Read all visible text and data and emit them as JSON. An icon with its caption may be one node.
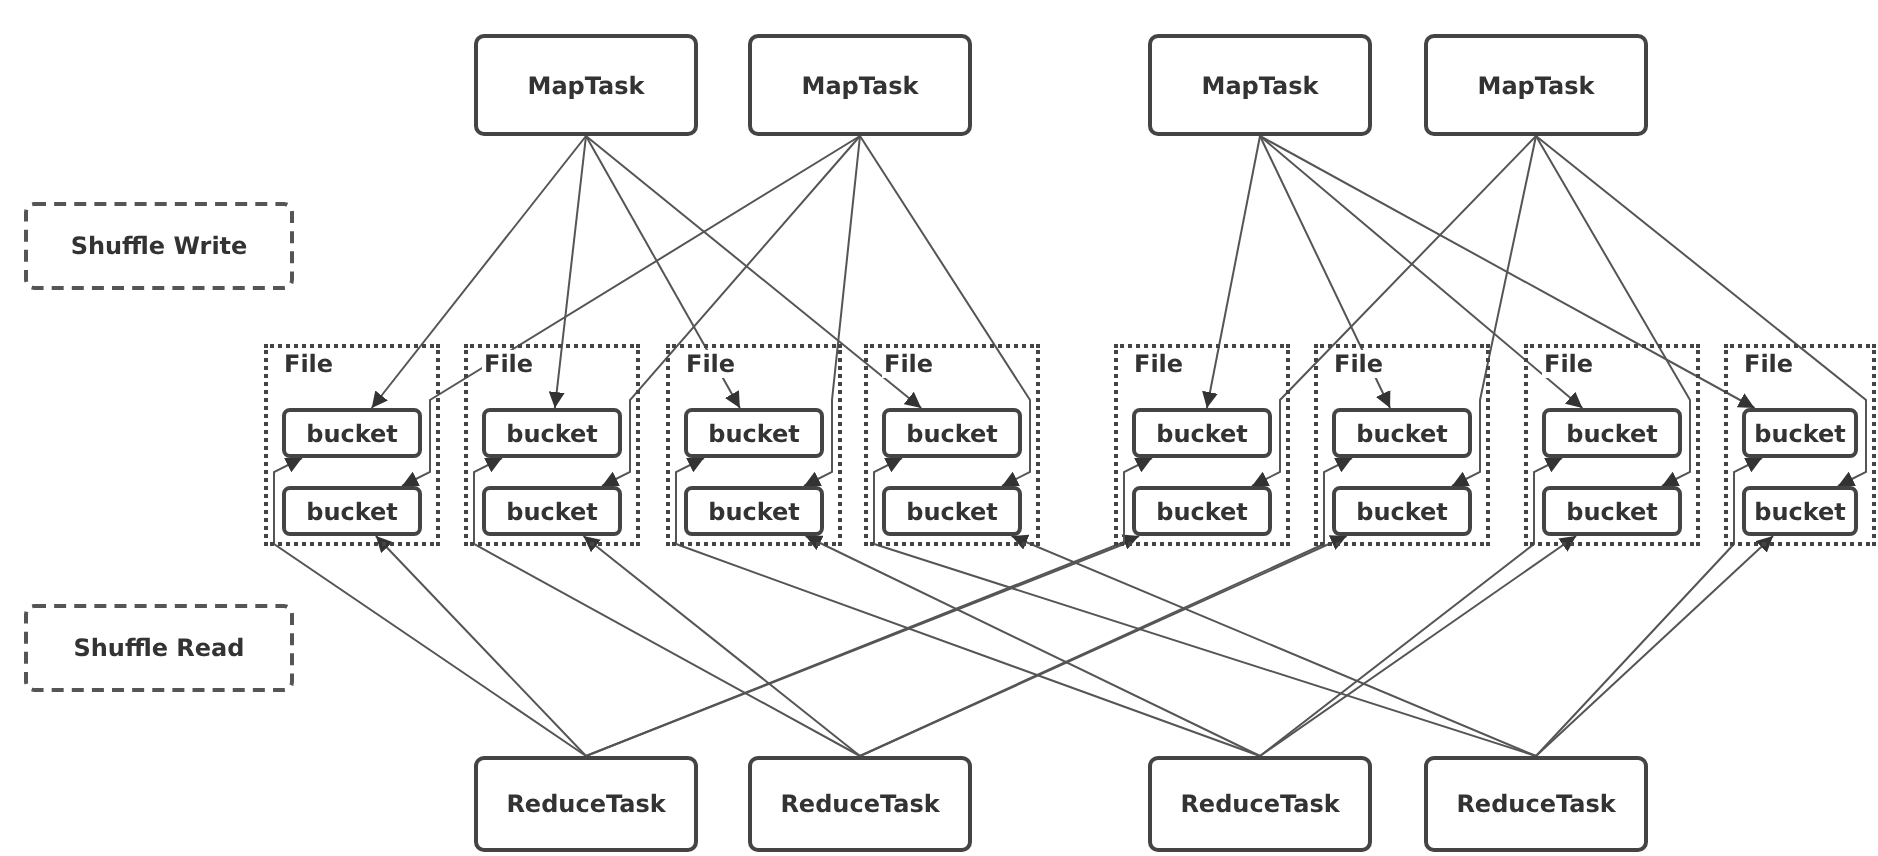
{
  "diagram": {
    "nodes": [
      {
        "text": [
          "MapTask"
        ]
      },
      {
        "text": [
          "MapTask"
        ]
      },
      {
        "text": [
          "MapTask"
        ]
      },
      {
        "text": [
          "MapTask"
        ]
      },
      {
        "text": [
          "Shuffle Write"
        ]
      },
      {
        "text": [
          "File"
        ]
      },
      {
        "text": [
          "bucket"
        ],
        "in": 5
      },
      {
        "text": [
          "bucket"
        ],
        "in": 5
      },
      {
        "text": [
          "File"
        ]
      },
      {
        "text": [
          "bucket"
        ],
        "in": 8
      },
      {
        "text": [
          "bucket"
        ],
        "in": 8
      },
      {
        "text": [
          "File"
        ]
      },
      {
        "text": [
          "bucket"
        ],
        "in": 11
      },
      {
        "text": [
          "bucket"
        ],
        "in": 11
      },
      {
        "text": [
          "File"
        ]
      },
      {
        "text": [
          "bucket"
        ],
        "in": 14
      },
      {
        "text": [
          "bucket"
        ],
        "in": 14
      },
      {
        "text": [
          "File"
        ]
      },
      {
        "text": [
          "bucket"
        ],
        "in": 17
      },
      {
        "text": [
          "bucket"
        ],
        "in": 17
      },
      {
        "text": [
          "File"
        ]
      },
      {
        "text": [
          "bucket"
        ],
        "in": 20
      },
      {
        "text": [
          "bucket"
        ],
        "in": 20
      },
      {
        "text": [
          "File"
        ]
      },
      {
        "text": [
          "bucket"
        ],
        "in": 23
      },
      {
        "text": [
          "bucket"
        ],
        "in": 23
      },
      {
        "text": [
          "File"
        ]
      },
      {
        "text": [
          "bucket"
        ],
        "in": 26
      },
      {
        "text": [
          "bucket"
        ],
        "in": 26
      },
      {
        "text": [
          "Shuffle Read"
        ]
      },
      {
        "text": [
          "ReduceTask"
        ]
      },
      {
        "text": [
          "ReduceTask"
        ]
      },
      {
        "text": [
          "ReduceTask"
        ]
      },
      {
        "text": [
          "ReduceTask"
        ]
      }
    ],
    "edges": [
      {
        "from": 0,
        "to": 6,
        "arrow": "to"
      },
      {
        "from": 0,
        "to": 9,
        "arrow": "to"
      },
      {
        "from": 0,
        "to": 12,
        "arrow": "to"
      },
      {
        "from": 0,
        "to": 15,
        "arrow": "to"
      },
      {
        "from": 1,
        "to": 7,
        "arrow": "to"
      },
      {
        "from": 1,
        "to": 10,
        "arrow": "to"
      },
      {
        "from": 1,
        "to": 13,
        "arrow": "to"
      },
      {
        "from": 1,
        "to": 16,
        "arrow": "to"
      },
      {
        "from": 2,
        "to": 18,
        "arrow": "to"
      },
      {
        "from": 2,
        "to": 21,
        "arrow": "to"
      },
      {
        "from": 2,
        "to": 24,
        "arrow": "to"
      },
      {
        "from": 2,
        "to": 27,
        "arrow": "to"
      },
      {
        "from": 3,
        "to": 19,
        "arrow": "to"
      },
      {
        "from": 3,
        "to": 22,
        "arrow": "to"
      },
      {
        "from": 3,
        "to": 25,
        "arrow": "to"
      },
      {
        "from": 3,
        "to": 28,
        "arrow": "to"
      },
      {
        "from": 30,
        "to": 7,
        "arrow": "to"
      },
      {
        "from": 30,
        "to": 6,
        "arrow": "to"
      },
      {
        "from": 30,
        "to": 19,
        "arrow": "to"
      },
      {
        "from": 30,
        "to": 18,
        "arrow": "to"
      },
      {
        "from": 31,
        "to": 10,
        "arrow": "to"
      },
      {
        "from": 31,
        "to": 9,
        "arrow": "to"
      },
      {
        "from": 31,
        "to": 22,
        "arrow": "to"
      },
      {
        "from": 31,
        "to": 21,
        "arrow": "to"
      },
      {
        "from": 32,
        "to": 13,
        "arrow": "to"
      },
      {
        "from": 32,
        "to": 12,
        "arrow": "to"
      },
      {
        "from": 32,
        "to": 25,
        "arrow": "to"
      },
      {
        "from": 32,
        "to": 24,
        "arrow": "to"
      },
      {
        "from": 33,
        "to": 16,
        "arrow": "to"
      },
      {
        "from": 33,
        "to": 15,
        "arrow": "to"
      },
      {
        "from": 33,
        "to": 28,
        "arrow": "to"
      },
      {
        "from": 33,
        "to": 27,
        "arrow": "to"
      }
    ]
  }
}
